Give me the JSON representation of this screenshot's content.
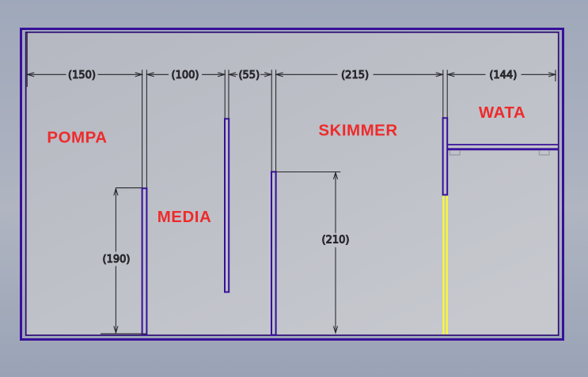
{
  "drawing": {
    "type": "sump-tank-partition-plan",
    "compartments": [
      {
        "label": "POMPA"
      },
      {
        "label": "MEDIA"
      },
      {
        "label": "SKIMMER"
      },
      {
        "label": "WATA"
      }
    ],
    "width_dimensions": [
      {
        "value": "(150)"
      },
      {
        "value": "(100)"
      },
      {
        "value": "(55)"
      },
      {
        "value": "(215)"
      },
      {
        "value": "(144)"
      }
    ],
    "height_dimensions": [
      {
        "value": "(190)"
      },
      {
        "value": "(210)"
      }
    ],
    "colors": {
      "wall_outline": "#38109a",
      "highlight_baffle": "#f8f838",
      "compartment_label": "#ee2b2b",
      "dimension_line": "#26262b",
      "dimension_text": "#3b3b41"
    }
  }
}
